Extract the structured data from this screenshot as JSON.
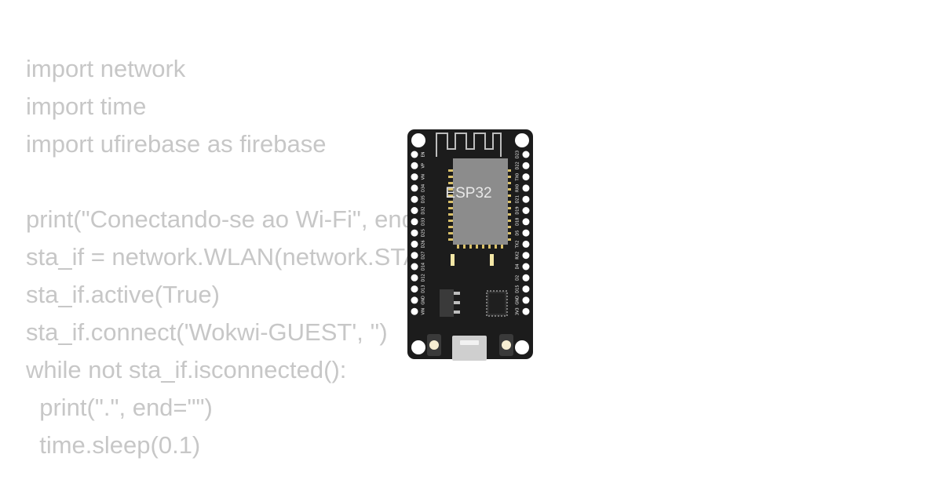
{
  "code": {
    "lines": [
      "import network",
      "import time",
      "import ufirebase as firebase",
      "",
      "print(\"Conectando-se ao Wi-Fi\", end=\"\")",
      "sta_if = network.WLAN(network.STA_IF)",
      "sta_if.active(True)",
      "sta_if.connect('Wokwi-GUEST', '')",
      "while not sta_if.isconnected():",
      "  print(\".\", end=\"\")",
      "  time.sleep(0.1)"
    ]
  },
  "board": {
    "chip_label": "ESP32",
    "left_pins": [
      "EN",
      "VP",
      "VN",
      "D34",
      "D35",
      "D32",
      "D33",
      "D25",
      "D26",
      "D27",
      "D14",
      "D12",
      "D13",
      "GND",
      "VIN"
    ],
    "right_pins": [
      "D23",
      "D22",
      "TX0",
      "RX0",
      "D21",
      "D19",
      "D18",
      "D5",
      "TX2",
      "RX2",
      "D4",
      "D2",
      "D15",
      "GND",
      "3V3"
    ],
    "colors": {
      "pcb": "#1c1c1c",
      "module": "#8c8c8c",
      "pad": "#d9c06a",
      "pin_hole": "#ffffff",
      "code_text": "#c7c7c7"
    }
  }
}
